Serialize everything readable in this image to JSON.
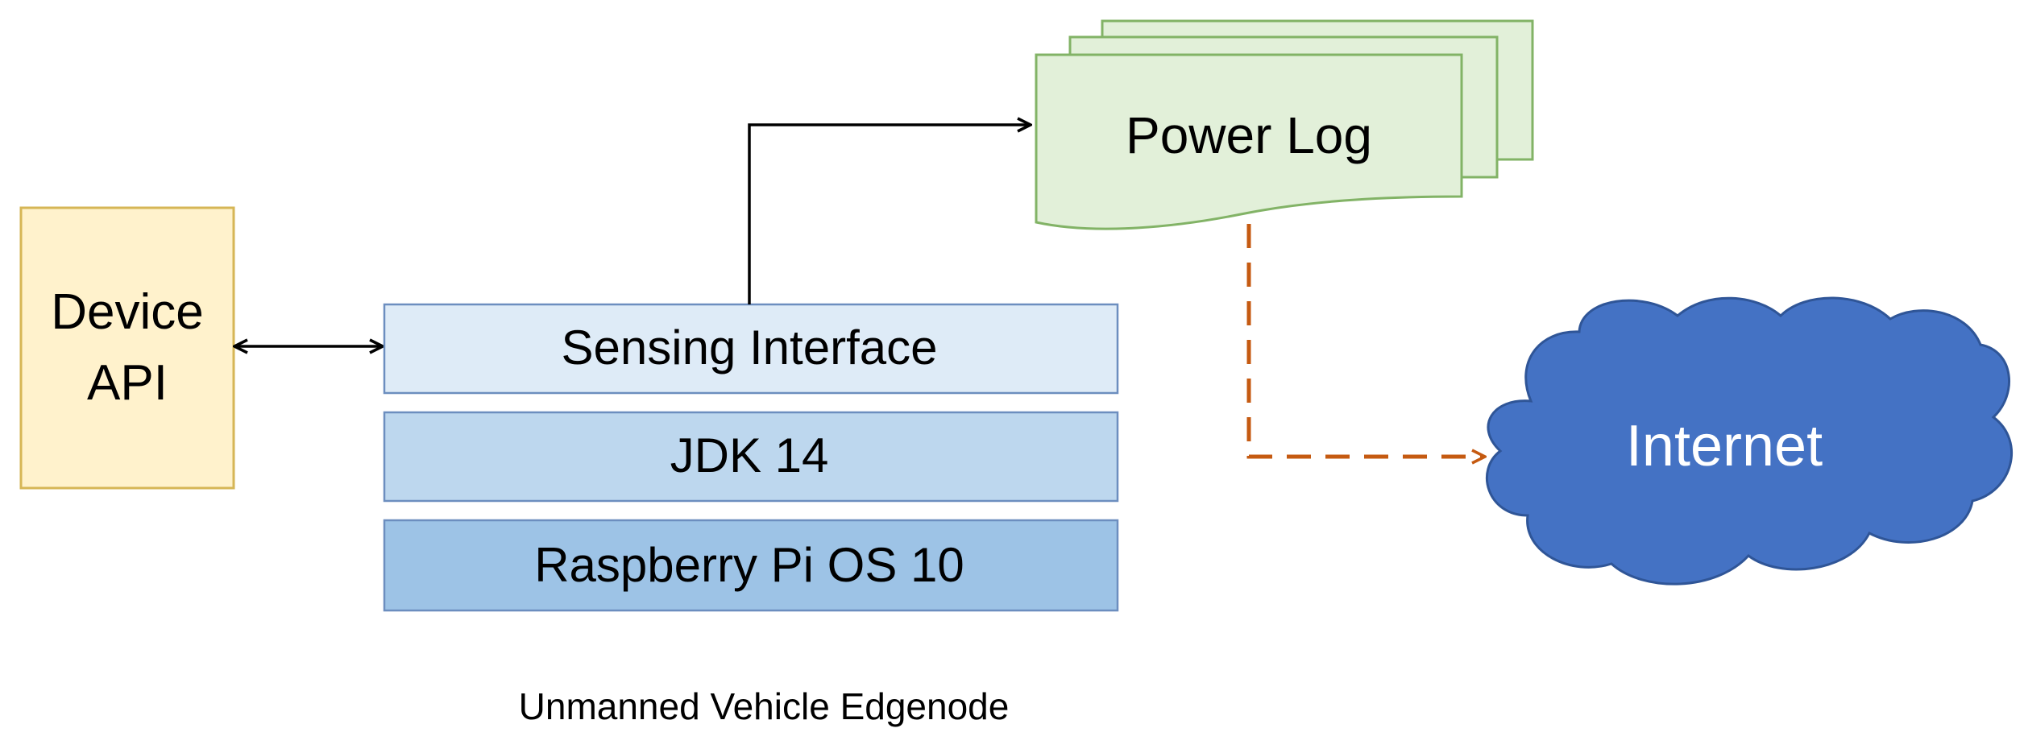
{
  "nodes": {
    "device_api": {
      "line1": "Device",
      "line2": "API"
    },
    "sensing_interface": {
      "label": "Sensing Interface"
    },
    "jdk": {
      "label": "JDK 14"
    },
    "raspberry_os": {
      "label": "Raspberry Pi OS 10"
    },
    "power_log": {
      "label": "Power Log"
    },
    "internet": {
      "label": "Internet"
    }
  },
  "caption": "Unmanned Vehicle Edgenode",
  "colors": {
    "device_api_fill": "#FFF2CC",
    "device_api_stroke": "#D6B656",
    "sensing_fill": "#DEEBF7",
    "jdk_fill": "#BDD7EE",
    "raspberry_fill": "#9DC3E6",
    "stack_stroke": "#6C8EBF",
    "power_log_fill": "#E2F0D9",
    "power_log_stroke": "#82B366",
    "internet_fill": "#4472C4",
    "internet_stroke": "#2F5597",
    "dashed_arrow": "#C55A11"
  }
}
